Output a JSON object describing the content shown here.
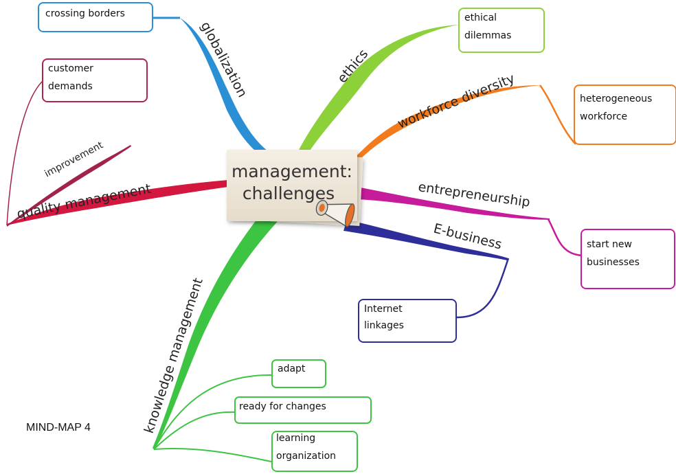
{
  "center": {
    "line1": "management:",
    "line2": "challenges"
  },
  "caption": "MIND-MAP 4",
  "branches": {
    "globalization": {
      "label": "globalization",
      "color": "#2a8fd4",
      "box": {
        "line1": "crossing borders"
      }
    },
    "ethics": {
      "label": "ethics",
      "color": "#8cd13a",
      "box": {
        "line1": "ethical",
        "line2": "dilemmas"
      }
    },
    "workforce": {
      "label": "workforce diversity",
      "color": "#f47b1c",
      "box": {
        "line1": "heterogeneous",
        "line2": "workforce"
      }
    },
    "entrepreneurship": {
      "label": "entrepreneurship",
      "color": "#c61c9b",
      "box": {
        "line1": "start new",
        "line2": "businesses"
      }
    },
    "ebusiness": {
      "label": "E-business",
      "color": "#2e2e9a",
      "box": {
        "line1": "Internet",
        "line2": "linkages"
      }
    },
    "quality": {
      "label": "quality management",
      "sub_label": "improvement",
      "color": "#d3173f",
      "sub_color": "#a3224a",
      "box": {
        "line1": "customer",
        "line2": "demands"
      }
    },
    "knowledge": {
      "label": "knowledge management",
      "color": "#3cc442",
      "boxes": {
        "adapt": {
          "line1": "adapt"
        },
        "ready": {
          "line1": "ready for changes"
        },
        "learning": {
          "line1": "learning",
          "line2": "organization"
        }
      }
    }
  }
}
